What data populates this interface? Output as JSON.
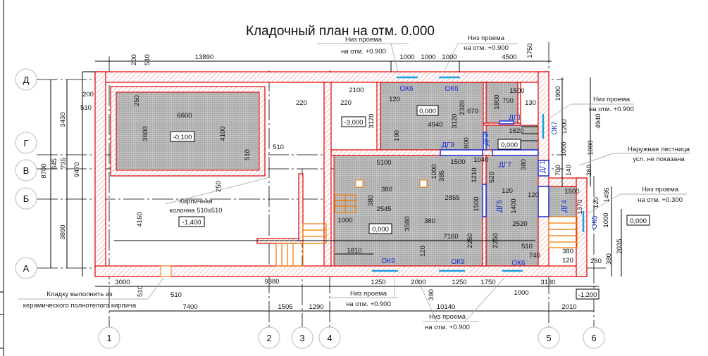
{
  "title": "Кладочный план на отм. 0.000",
  "axes": {
    "rows": [
      "Д",
      "Г",
      "В",
      "Б",
      "А"
    ],
    "cols": [
      "1",
      "2",
      "3",
      "4",
      "5",
      "6"
    ]
  },
  "notes": {
    "opening_top_left": [
      "Низ проема",
      "на отм. +0.900"
    ],
    "opening_top_right": [
      "Низ проема",
      "на отм. +0.900"
    ],
    "opening_right": [
      "Низ проема",
      "на отм. +0.900"
    ],
    "outer_stair": [
      "Наружная лестница",
      "усл. не показана"
    ],
    "opening_right_low": [
      "Низ проема",
      "на отм. +0.300"
    ],
    "opening_bottom_left": [
      "Низ проема",
      "на отм. +0.900"
    ],
    "opening_bottom_right": [
      "Низ проема",
      "на отм. +0.900"
    ],
    "column": [
      "Кирпичная",
      "колонна 510x510"
    ],
    "masonry": [
      "Кладку выполнить из",
      "керамического полнотелого кирпича"
    ]
  },
  "level_marks": [
    "-0,100",
    "-1,400",
    "-3,000",
    "0,000",
    "0,000",
    "0,000",
    "0,000",
    "-1,200"
  ],
  "opening_tags": [
    "ОК6",
    "ОК6",
    "ОК9",
    "ОК9",
    "ОК6",
    "ДГ1",
    "ДГ2",
    "ДГ9",
    "ДГ7",
    "ДГ1",
    "ДГ5",
    "ДГ4",
    "ОК7",
    "ОК5"
  ],
  "dims": [
    "13890",
    "200",
    "510",
    "1000",
    "1000",
    "1000",
    "4500",
    "1750",
    "200",
    "510",
    "3430",
    "8700",
    "645",
    "735",
    "9470",
    "3890",
    "6600",
    "250",
    "3600",
    "4100",
    "510",
    "510",
    "250",
    "4160",
    "3000",
    "510",
    "9380",
    "510",
    "7400",
    "1505",
    "1290",
    "10140",
    "2010",
    "1250",
    "2000",
    "1250",
    "1750",
    "3130",
    "390",
    "1000",
    "1900",
    "1200",
    "4940",
    "1000",
    "1000",
    "700",
    "140",
    "260",
    "1495",
    "120",
    "1000",
    "380",
    "2035",
    "260",
    "380",
    "120",
    "2100",
    "220",
    "220",
    "3120",
    "120",
    "4940",
    "3120",
    "2320",
    "670",
    "190",
    "1500",
    "700",
    "1800",
    "130",
    "1620",
    "800",
    "5100",
    "1500",
    "1040",
    "1000",
    "385",
    "1210",
    "520",
    "380",
    "380",
    "380",
    "2545",
    "2855",
    "1500",
    "1400",
    "120",
    "120",
    "1500",
    "1370",
    "1000",
    "3580",
    "380",
    "2520",
    "7160",
    "2250",
    "2250",
    "510",
    "740",
    "1810",
    "120"
  ]
}
